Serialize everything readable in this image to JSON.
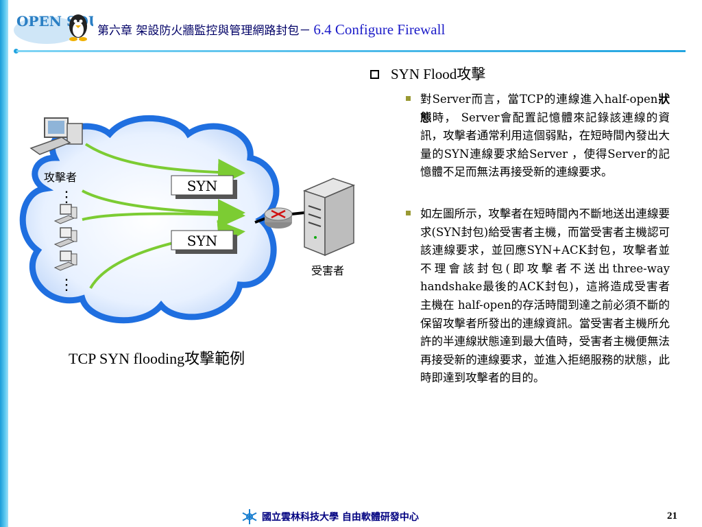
{
  "header": {
    "logo_text": "OPEN SOURCE",
    "chapter": "第六章 架設防火牆監控與管理網路封包－",
    "section": "6.4 Configure Firewall"
  },
  "diagram": {
    "attacker_label": "攻擊者",
    "victim_label": "受害者",
    "syn_label_1": "SYN",
    "syn_label_2": "SYN",
    "dots_1": "⋮",
    "dots_2": "⋮",
    "caption": "TCP SYN flooding攻擊範例"
  },
  "content": {
    "heading": "SYN Flood攻擊",
    "para1_a": "對Server而言，當TCP的連線進入half-open",
    "para1_bold": "狀態",
    "para1_b": "時， Server會配置記憶體來記錄該連線的資訊，攻擊者通常利用這個弱點，在短時間內發出大量的SYN連線要求給Server ，使得Server的記憶體不足而無法再接受新的連線要求。",
    "para2": "如左圖所示，攻擊者在短時間內不斷地送出連線要求(SYN封包)給受害者主機，而當受害者主機認可該連線要求，並回應SYN+ACK封包，攻擊者並不理會該封包(即攻擊者不送出three-way handshake最後的ACK封包)，這將造成受害者主機在 half-open的存活時間到達之前必須不斷的保留攻擊者所發出的連線資訊。當受害者主機所允許的半連線狀態達到最大值時，受害者主機便無法再接受新的連線要求，並進入拒絕服務的狀態，此時即達到攻擊者的目的。"
  },
  "footer": {
    "org": "國立雲林科技大學 自由軟體研發中心",
    "page": "21"
  },
  "colors": {
    "accent": "#1a9cd8",
    "title_blue": "#1c1cc8",
    "cloud": "#1f6fe0",
    "arrow_green": "#7ccc33",
    "bullet_olive": "#999933"
  }
}
